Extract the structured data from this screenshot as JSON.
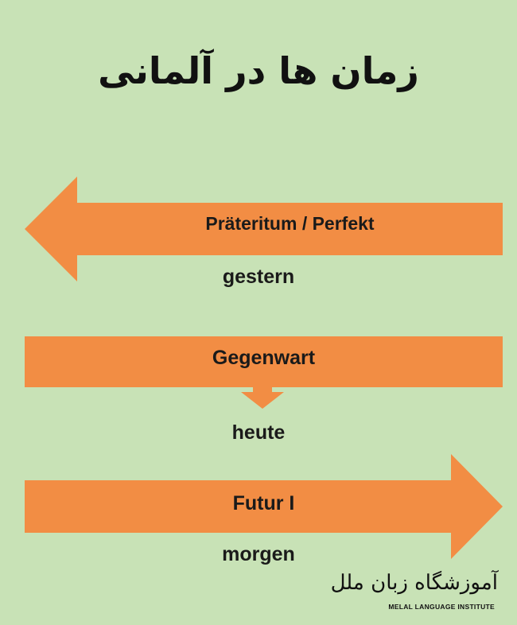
{
  "title": "زمان ها در آلمانی",
  "timeline": {
    "past": {
      "label": "Präteritum / Perfekt",
      "time_word": "gestern"
    },
    "present": {
      "label": "Gegenwart",
      "time_word": "heute"
    },
    "future": {
      "label": "Futur I",
      "time_word": "morgen"
    }
  },
  "logo": {
    "name_fa": "آموزشگاه زبان ملل",
    "name_en": "MELAL LANGUAGE INSTITUTE"
  },
  "colors": {
    "background": "#c8e2b6",
    "arrow": "#f28d44",
    "text": "#1a1a1a"
  }
}
